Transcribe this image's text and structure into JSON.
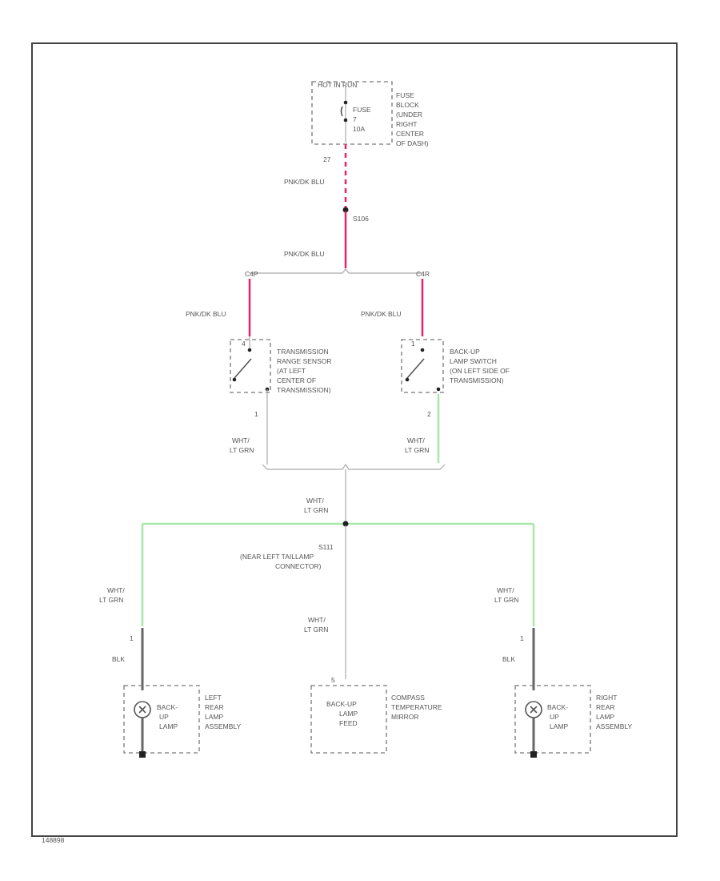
{
  "figure_id": "148898",
  "fuse_block": {
    "header": "HOT IN RUN",
    "fuse_label": [
      "FUSE",
      "7",
      "10A"
    ],
    "location": [
      "FUSE",
      "BLOCK",
      "(UNDER",
      "RIGHT",
      "CENTER",
      "OF DASH)"
    ],
    "pin": "27"
  },
  "wire_pk_blu_top": "PNK/DK BLU",
  "splice_s106": "S106",
  "wire_pk_blu_mid": "PNK/DK BLU",
  "connector_left": "C4P",
  "connector_right": "C4R",
  "wire_pk_blu_left": "PNK/DK BLU",
  "wire_pk_blu_right": "PNK/DK BLU",
  "trans_range_sensor": {
    "location": [
      "TRANSMISSION",
      "RANGE SENSOR",
      "(AT LEFT",
      "CENTER OF",
      "TRANSMISSION)"
    ],
    "pin_top": "4",
    "pin_bottom": "1"
  },
  "backup_switch": {
    "location": [
      "BACK-UP",
      "LAMP SWITCH",
      "(ON LEFT SIDE OF",
      "TRANSMISSION)"
    ],
    "pin_top": "1",
    "pin_bottom": "2"
  },
  "wire_wht_ltgrn_left": [
    "WHT/",
    "LT GRN"
  ],
  "wire_wht_ltgrn_right": [
    "WHT/",
    "LT GRN"
  ],
  "wire_wht_ltgrn_center": [
    "WHT/",
    "LT GRN"
  ],
  "splice_s111": [
    "S111",
    "(NEAR LEFT TAILLAMP",
    "CONNECTOR)"
  ],
  "wire_wht_ltgrn_ll": [
    "WHT/",
    "LT GRN"
  ],
  "wire_wht_ltgrn_lower": [
    "WHT/",
    "LT GRN"
  ],
  "wire_wht_ltgrn_rr": [
    "WHT/",
    "LT GRN"
  ],
  "left_lamp": {
    "pin": "1",
    "ground_wire": "BLK",
    "lamp_label": [
      "BACK-",
      "UP",
      "LAMP"
    ],
    "location": [
      "LEFT",
      "REAR",
      "LAMP",
      "ASSEMBLY"
    ]
  },
  "compass_mirror": {
    "pin": "5",
    "feed_label": [
      "BACK-UP",
      "LAMP",
      "FEED"
    ],
    "location": [
      "COMPASS",
      "TEMPERATURE",
      "MIRROR"
    ]
  },
  "right_lamp": {
    "pin": "1",
    "ground_wire": "BLK",
    "lamp_label": [
      "BACK-",
      "UP",
      "LAMP"
    ],
    "location": [
      "RIGHT",
      "REAR",
      "LAMP",
      "ASSEMBLY"
    ]
  },
  "colors": {
    "pink": "#e8206a",
    "green": "#a8e8a8",
    "gray_wire": "#aaaaaa",
    "frame": "#444444"
  }
}
